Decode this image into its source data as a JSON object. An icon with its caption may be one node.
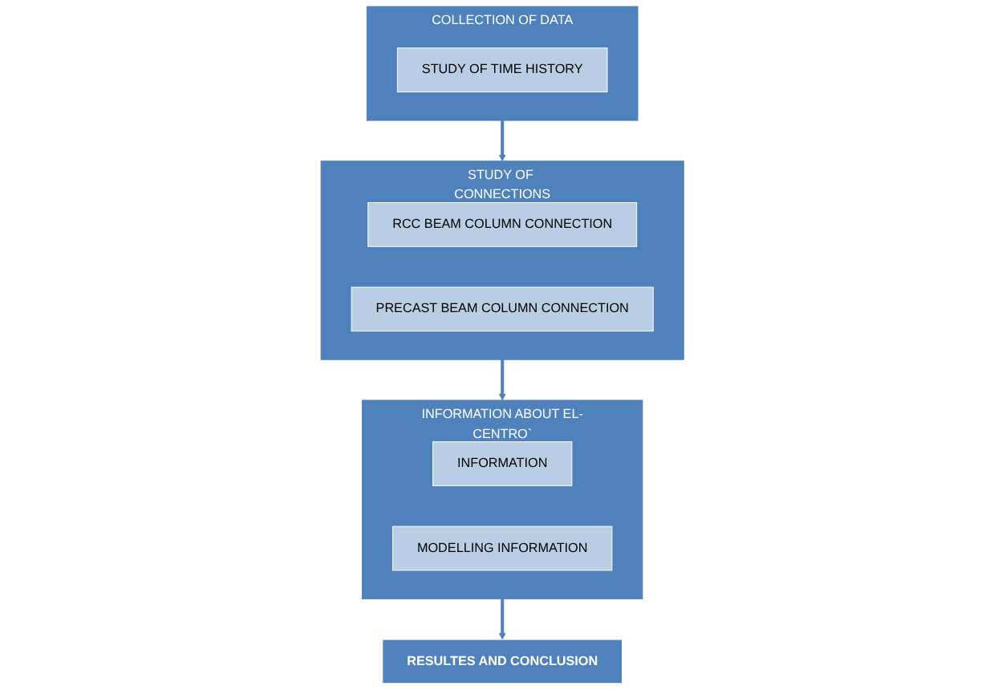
{
  "diagram": {
    "nodes": [
      {
        "text": [
          "COLLECTION OF DATA"
        ]
      },
      {
        "text": [
          "STUDY OF TIME HISTORY"
        ],
        "in": 0
      },
      {
        "text": [
          "STUDY OF CONNECTIONS"
        ]
      },
      {
        "text": [
          "RCC BEAM COLUMN CONNECTION"
        ],
        "in": 2
      },
      {
        "text": [
          "PRECAST BEAM COLUMN CONNECTION"
        ],
        "in": 2
      },
      {
        "text": [
          "INFORMATION ABOUT EL-CENTRO`"
        ]
      },
      {
        "text": [
          "INFORMATION"
        ],
        "in": 5
      },
      {
        "text": [
          "MODELLING INFORMATION"
        ],
        "in": 5
      },
      {
        "text": [
          "RESULTES AND CONCLUSION"
        ]
      }
    ],
    "edges": [
      {
        "from": 0,
        "to": 2,
        "arrow": "to"
      },
      {
        "from": 2,
        "to": 5,
        "arrow": "to"
      },
      {
        "from": 5,
        "to": 8,
        "arrow": "to"
      }
    ]
  }
}
